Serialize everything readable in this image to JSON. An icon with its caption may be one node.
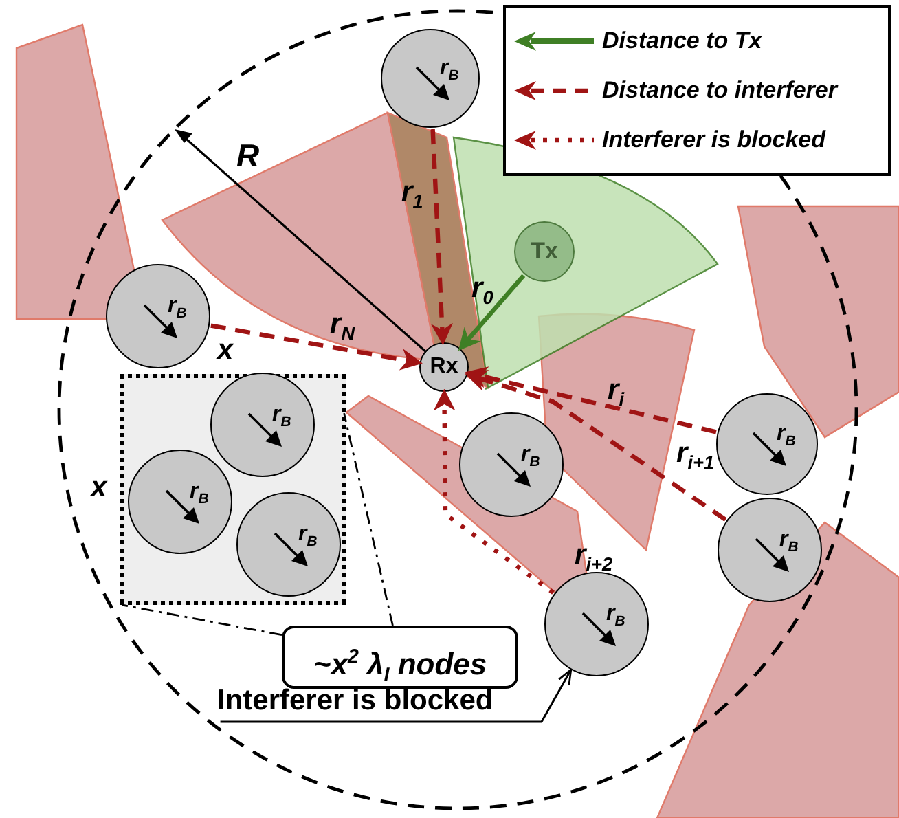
{
  "diagram": {
    "nodes": [
      {
        "text": [
          "r$_{B}$"
        ]
      },
      {
        "text": [
          "Tx"
        ]
      },
      {
        "text": [
          "r$_{B}$"
        ]
      },
      {
        "text": [
          "Rx"
        ]
      },
      {
        "text": [],
        "shape": "box",
        "beside": [
          "x",
          "x"
        ]
      },
      {
        "text": [
          "r$_{B}$"
        ],
        "in": 4
      },
      {
        "text": [
          "r$_{B}$"
        ],
        "in": 4
      },
      {
        "text": [
          "r$_{B}$"
        ],
        "in": 4
      },
      {
        "text": [
          "r$_{B}$"
        ]
      },
      {
        "text": [
          "r$_{B}$"
        ]
      },
      {
        "text": [
          "r$_{B}$"
        ]
      },
      {
        "text": [
          "r$_{B}$"
        ]
      },
      {
        "text": [
          "~x$^{2}$ λ$_{I}$ nodes"
        ]
      },
      {
        "text": [
          "Interferer is blocked"
        ]
      }
    ],
    "edges": [
      {
        "from": 0,
        "to": 3,
        "arrow": "to",
        "label": "r$_{1}$",
        "style": "dashed"
      },
      {
        "from": 1,
        "to": 3,
        "arrow": "to",
        "label": "r$_{0}$",
        "color": "#3f7f25"
      },
      {
        "from": 2,
        "to": 3,
        "arrow": "to",
        "label": "r$_{N}$",
        "style": "dashed"
      },
      {
        "from": 8,
        "to": 3,
        "arrow": "to",
        "label": "r$_{i}$",
        "style": "dashed"
      },
      {
        "from": 10,
        "to": 3,
        "arrow": "to",
        "label": "r$_{i+1}$",
        "style": "dashed"
      },
      {
        "from": 11,
        "to": 3,
        "arrow": "to",
        "label": "r$_{i+2}$",
        "style": "dashed"
      },
      {
        "from": 13,
        "to": 11,
        "arrow": "to",
        "color": "#000000"
      },
      {
        "from": 12,
        "to": 4,
        "arrow": "none",
        "style": "dashed",
        "color": "#000000"
      },
      {
        "from": 12,
        "to": 4,
        "arrow": "none",
        "style": "dashed",
        "color": "#000000"
      }
    ],
    "labels": [
      "R"
    ],
    "legend": [
      {
        "text": "Distance to Tx"
      },
      {
        "text": "Distance to interferer"
      },
      {
        "text": "Interferer is blocked"
      }
    ]
  }
}
